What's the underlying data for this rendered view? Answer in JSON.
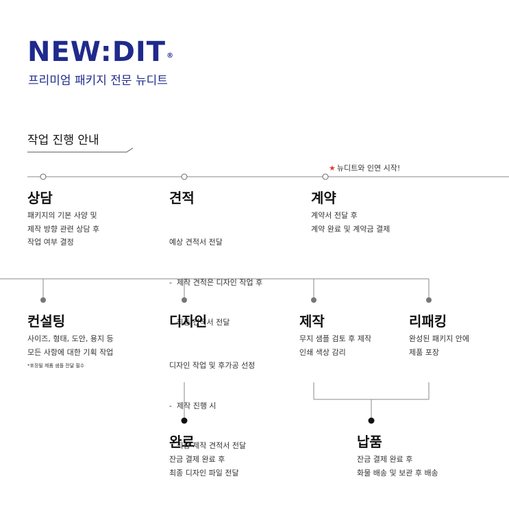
{
  "brand": {
    "logo": "NEW:DIT",
    "registered_mark": "®",
    "tagline": "프리미엄 패키지 전문 뉴디트",
    "color": "#1f2a8c"
  },
  "section_title": "작업 진행 안내",
  "start_note": {
    "star": "★",
    "text": "뉴디트와 인연 시작!",
    "star_color": "#e23a3a"
  },
  "row1": [
    {
      "title": "상담",
      "lines": [
        "패키지의 기본 사양 및",
        "제작 방향 관련 상담 후",
        "작업 여부 결정"
      ]
    },
    {
      "title": "견적",
      "lines": [
        "예상 견적서 전달",
        "-  제작 견적은 디자인 작업 후",
        "   최종 견적서 전달"
      ]
    },
    {
      "title": "계약",
      "lines": [
        "계약서 전달 후",
        "계약 완료 및 계약금 결제"
      ]
    }
  ],
  "row2": [
    {
      "title": "컨설팅",
      "lines": [
        "사이즈, 형태, 도안, 용지 등",
        "모든 사항에 대한 기획 작업"
      ],
      "note": "*포장될 제품 샘플 전달 필수"
    },
    {
      "title": "디자인",
      "lines": [
        "디자인 작업 및 후가공 선정",
        "-  제작 진행 시",
        "   최종 제작 견적서 전달"
      ]
    },
    {
      "title": "제작",
      "lines": [
        "무지 샘플 검토 후 제작",
        "인쇄 색상 감리"
      ]
    },
    {
      "title": "리패킹",
      "lines": [
        "완성된 패키지 안에",
        "제품 포장"
      ]
    }
  ],
  "row3": [
    {
      "title": "완료",
      "lines": [
        "잔금 결제 완료 후",
        "최종 디자인 파일 전달"
      ]
    },
    {
      "title": "납품",
      "lines": [
        "잔금 결제 완료 후",
        "화물 배송 및 보관 후 배송"
      ]
    }
  ]
}
